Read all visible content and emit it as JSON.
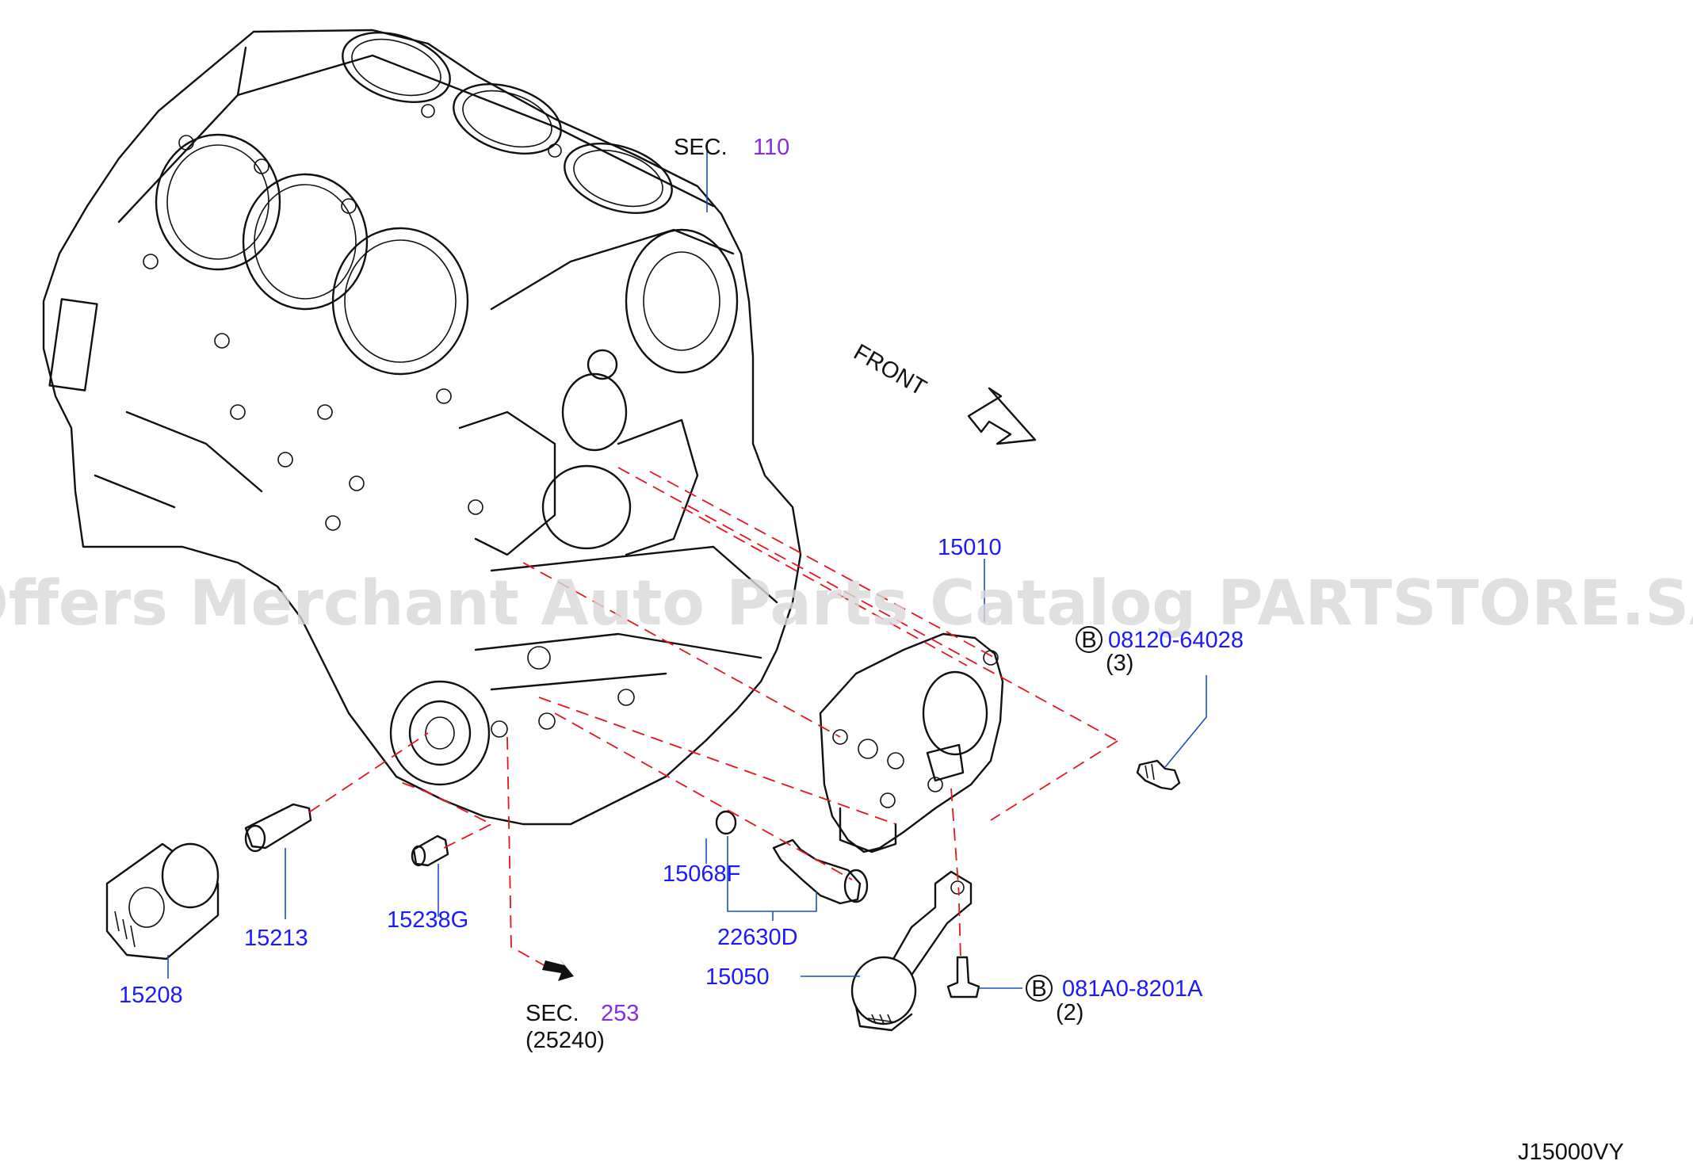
{
  "watermark": "Offers Merchant Auto Parts Catalog PARTSTORE.SA",
  "sections": {
    "top": {
      "prefix": "SEC.",
      "number": "110"
    },
    "bottom": {
      "prefix": "SEC.",
      "number": "253",
      "sub": "(25240)"
    }
  },
  "front_label": "FRONT",
  "parts": {
    "p15010": "15010",
    "bolt_a": {
      "badge": "B",
      "number": "08120-64028",
      "qty": "(3)"
    },
    "bolt_b": {
      "badge": "B",
      "number": "081A0-8201A",
      "qty": "(2)"
    },
    "p15068F": "15068F",
    "p22630D": "22630D",
    "p15050": "15050",
    "p15213": "15213",
    "p15238G": "15238G",
    "p15208": "15208"
  },
  "diagram_code": "J15000VY",
  "colors": {
    "part_number": "#1a1aff",
    "section_number": "#8a2be2",
    "dashed_line": "#e8141e"
  }
}
